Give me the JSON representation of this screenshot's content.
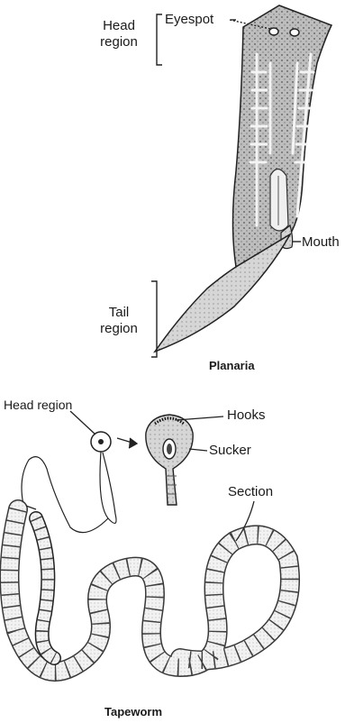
{
  "planaria": {
    "labels": {
      "head_region_line1": "Head",
      "head_region_line2": "region",
      "eyespot": "Eyespot",
      "mouth": "Mouth",
      "tail_region_line1": "Tail",
      "tail_region_line2": "region"
    },
    "caption": "Planaria"
  },
  "tapeworm": {
    "labels": {
      "head_region": "Head region",
      "hooks": "Hooks",
      "sucker": "Sucker",
      "section": "Section"
    },
    "caption": "Tapeworm"
  }
}
